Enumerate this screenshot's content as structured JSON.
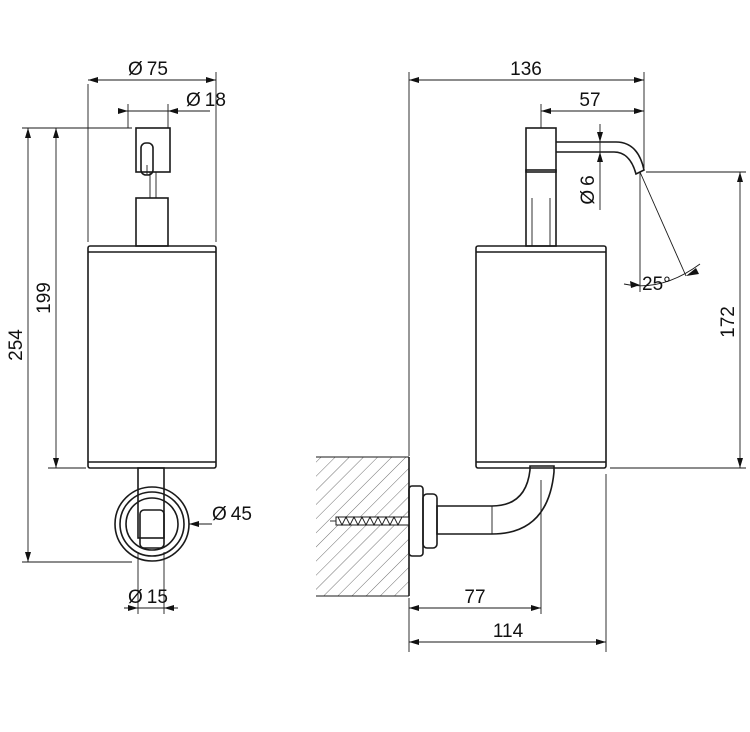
{
  "front_view": {
    "dim_overall_diameter": "75",
    "dim_spout_diameter": "18",
    "dim_total_height": "254",
    "dim_body_height": "199",
    "dim_flange_diameter": "45",
    "dim_arm_diameter": "15"
  },
  "side_view": {
    "dim_total_depth": "136",
    "dim_spout_reach": "57",
    "dim_nozzle_diameter": "6",
    "dim_nozzle_angle": "25°",
    "dim_outlet_height": "172",
    "dim_arm_depth": "77",
    "dim_body_depth": "114"
  },
  "symbols": {
    "diameter": "Ø"
  }
}
